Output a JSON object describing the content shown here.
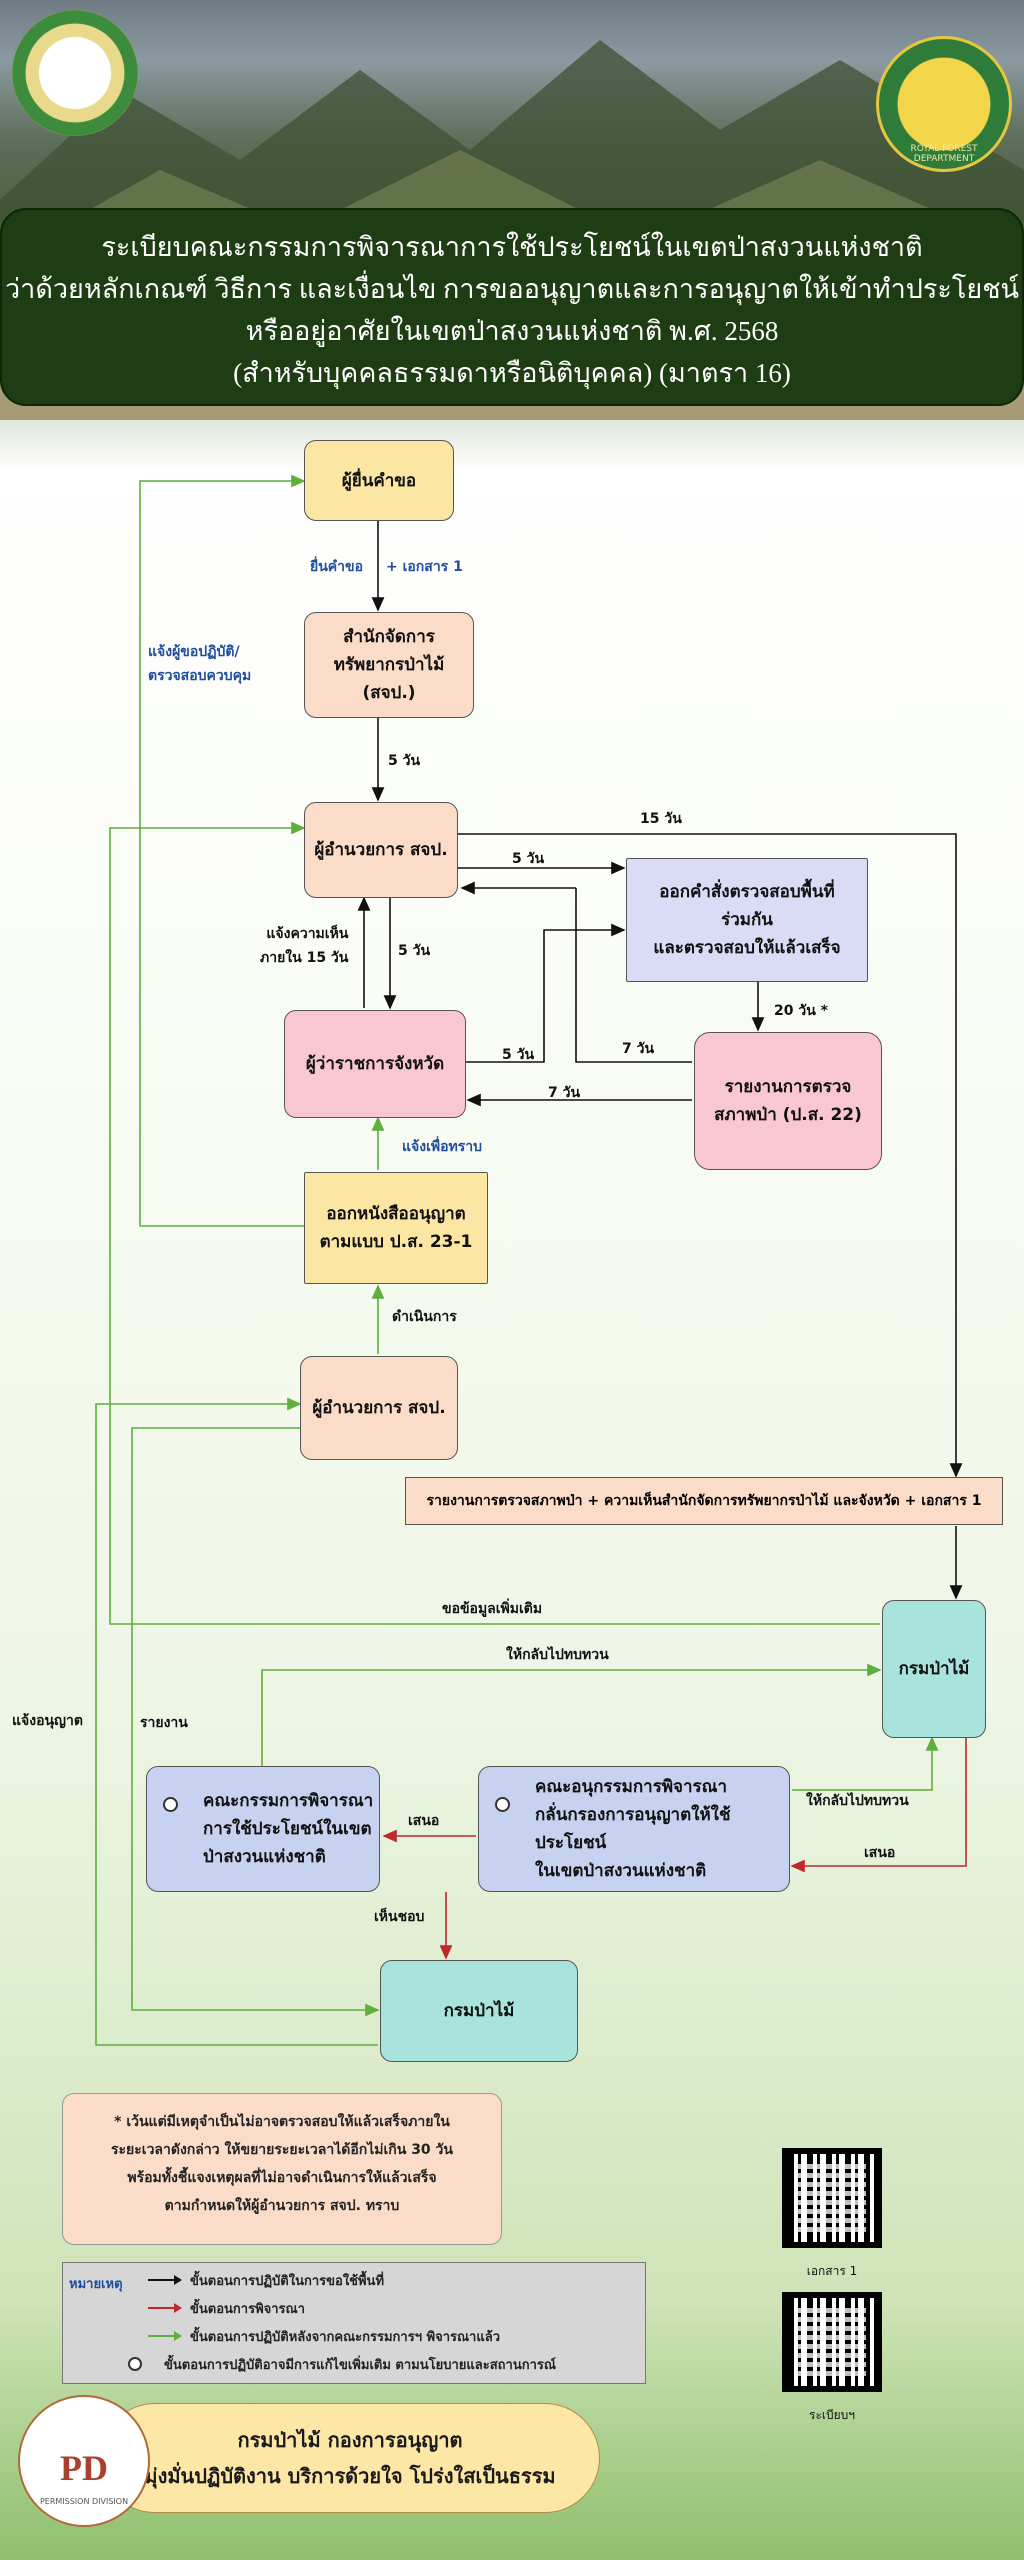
{
  "title": {
    "lines": [
      "ระเบียบคณะกรรมการพิจารณาการใช้ประโยชน์ในเขตป่าสงวนแห่งชาติ",
      "ว่าด้วยหลักเกณฑ์ วิธีการ และเงื่อนไข การขออนุญาตและการอนุญาตให้เข้าทำประโยชน์",
      "หรืออยู่อาศัยในเขตป่าสงวนแห่งชาติ พ.ศ. 2568",
      "(สำหรับบุคคลธรรมดาหรือนิติบุคคล) (มาตรา 16)"
    ]
  },
  "emblem_right_text": "ROYAL FOREST DEPARTMENT",
  "nodes": {
    "applicant": "ผู้ยื่นคำขอ",
    "office": [
      "สำนักจัดการ",
      "ทรัพยากรป่าไม้",
      "(สจป.)"
    ],
    "director1": "ผู้อำนวยการ สจป.",
    "inspect_order": [
      "ออกคำสั่งตรวจสอบพื้นที่",
      "ร่วมกัน",
      "และตรวจสอบให้แล้วเสร็จ"
    ],
    "governor": "ผู้ว่าราชการจังหวัด",
    "forest_report": [
      "รายงานการตรวจ",
      "สภาพป่า (ป.ส. 22)"
    ],
    "permit": [
      "ออกหนังสืออนุญาต",
      "ตามแบบ ป.ส. 23-1"
    ],
    "director2": "ผู้อำนวยการ สจป.",
    "rfd1": "กรมป่าไม้",
    "committee": [
      "คณะกรรมการพิจารณา",
      "การใช้ประโยชน์ในเขต",
      "ป่าสงวนแห่งชาติ"
    ],
    "subcommittee": [
      "คณะอนุกรรมการพิจารณา",
      "กลั่นกรองการอนุญาตให้ใช้ประโยชน์",
      "ในเขตป่าสงวนแห่งชาติ"
    ],
    "rfd2": "กรมป่าไม้"
  },
  "report_box": "รายงานการตรวจสภาพป่า + ความเห็นสำนักจัดการทรัพยากรป่าไม้ และจังหวัด + เอกสาร 1",
  "labels": {
    "submit": "ยื่นคำขอ",
    "plus_doc": "+  เอกสาร 1",
    "notify_comply": [
      "แจ้งผู้ขอปฏิบัติ/",
      "ตรวจสอบควบคุม"
    ],
    "days5_a": "5 วัน",
    "days15": "15 วัน",
    "days5_b": "5 วัน",
    "opinion": [
      "แจ้งความเห็น",
      "ภายใน 15 วัน"
    ],
    "days5_c": "5 วัน",
    "days20": "20 วัน *",
    "days5_d": "5 วัน",
    "days7_a": "7 วัน",
    "days7_b": "7 วัน",
    "notify_ack": "แจ้งเพื่อทราบ",
    "proceed": "ดำเนินการ",
    "request_info": "ขอข้อมูลเพิ่มเติม",
    "review_back1": "ให้กลับไปทบทวน",
    "notify_permit": "แจ้งอนุญาต",
    "report": "รายงาน",
    "propose1": "เสนอ",
    "review_back2": "ให้กลับไปทบทวน",
    "propose2": "เสนอ",
    "approve": "เห็นชอบ"
  },
  "note": [
    "* เว้นแต่มีเหตุจำเป็นไม่อาจตรวจสอบให้แล้วเสร็จภายใน",
    "ระยะเวลาดังกล่าว ให้ขยายระยะเวลาได้อีกไม่เกิน 30 วัน",
    "พร้อมทั้งชี้แจงเหตุผลที่ไม่อาจดำเนินการให้แล้วเสร็จ",
    "ตามกำหนดให้ผู้อำนวยการ สจป. ทราบ"
  ],
  "legend": {
    "title": "หมายเหตุ",
    "items": [
      {
        "text": "ขั้นตอนการปฏิบัติในการขอใช้พื้นที่",
        "color": "#111111"
      },
      {
        "text": "ขั้นตอนการพิจารณา",
        "color": "#c0282d"
      },
      {
        "text": "ขั้นตอนการปฏิบัติหลังจากคณะกรรมการฯ พิจารณาแล้ว",
        "color": "#5fae3e"
      },
      {
        "text": "ขั้นตอนการปฏิบัติอาจมีการแก้ไขเพิ่มเติม ตามนโยบายและสถานการณ์",
        "color": ""
      }
    ]
  },
  "qr": {
    "label1": "เอกสาร 1",
    "label2": "ระเบียบฯ"
  },
  "footer": {
    "line1": "กรมป่าไม้ กองการอนุญาต",
    "line2": "มุ่งมั่นปฏิบัติงาน  บริการด้วยใจ  โปร่งใสเป็นธรรม",
    "logo_text": "PD",
    "logo_caption": "PERMISSION DIVISION"
  },
  "colors": {
    "black_flow": "#111111",
    "red_flow": "#c0282d",
    "green_flow": "#5fae3e"
  }
}
